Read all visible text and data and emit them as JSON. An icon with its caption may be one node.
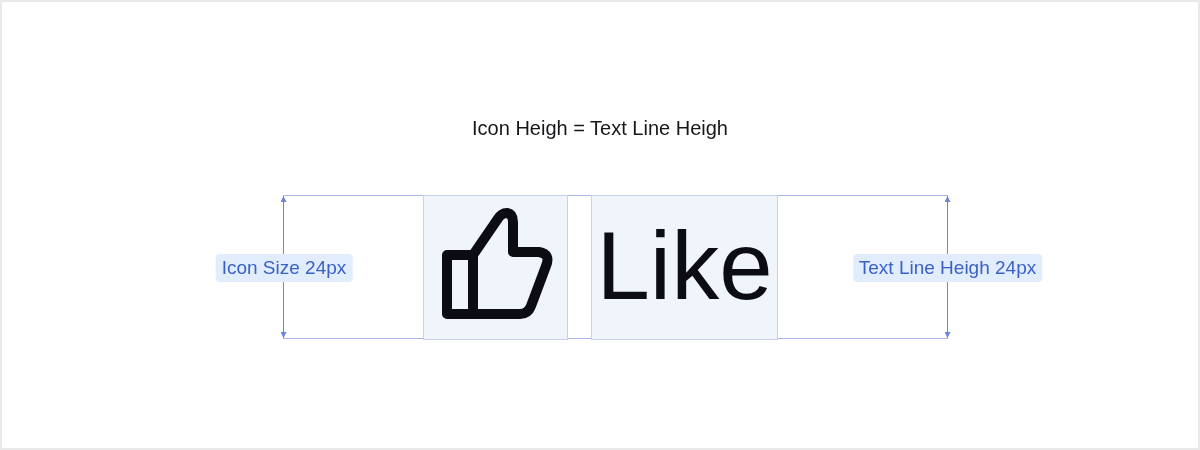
{
  "diagram": {
    "title": "Icon Heigh = Text Line Heigh",
    "nodes": [
      {
        "text": [
          "Icon Size 24px"
        ]
      },
      {
        "text": [],
        "shape": "box"
      },
      {
        "text": [
          "Like"
        ]
      },
      {
        "text": [
          "Text Line Heigh 24px"
        ]
      }
    ]
  }
}
